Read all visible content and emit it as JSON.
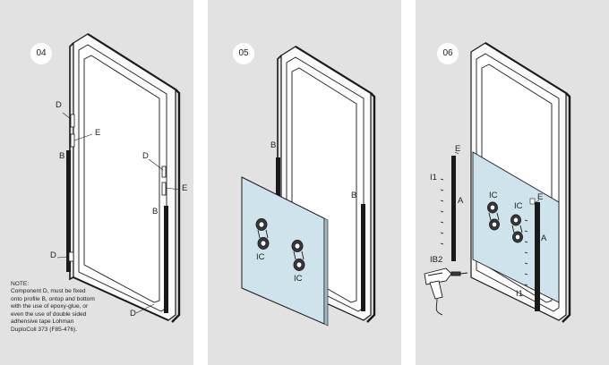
{
  "steps": [
    {
      "number": "04",
      "labels": {
        "d1": "D",
        "e1": "E",
        "b1": "B",
        "d2": "D",
        "e2": "E",
        "b2": "B",
        "d3": "D",
        "d4": "D"
      },
      "note": [
        "NOTE:",
        "Component D, must be fixed",
        "onto profile B, ontop and bottom",
        "with the use of epoxy-glue, or",
        "even the use of double sided",
        "adhensive tape Lohman",
        "DuploColl 373 (F85-476)."
      ]
    },
    {
      "number": "05",
      "labels": {
        "b1": "B",
        "b2": "B",
        "ic1": "IC",
        "ic2": "IC"
      }
    },
    {
      "number": "06",
      "labels": {
        "e1": "E",
        "i1a": "I1",
        "a1": "A",
        "ic1": "IC",
        "ic2": "IC",
        "e2": "E",
        "a2": "A",
        "ib2": "IB2",
        "i1b": "I1"
      }
    }
  ],
  "colors": {
    "panel_bg": "#e2e2e2",
    "glass": "#cfe3ec",
    "frame": "#1a1a1a"
  },
  "icons": [
    "suction-cup-icon",
    "drill-icon"
  ]
}
